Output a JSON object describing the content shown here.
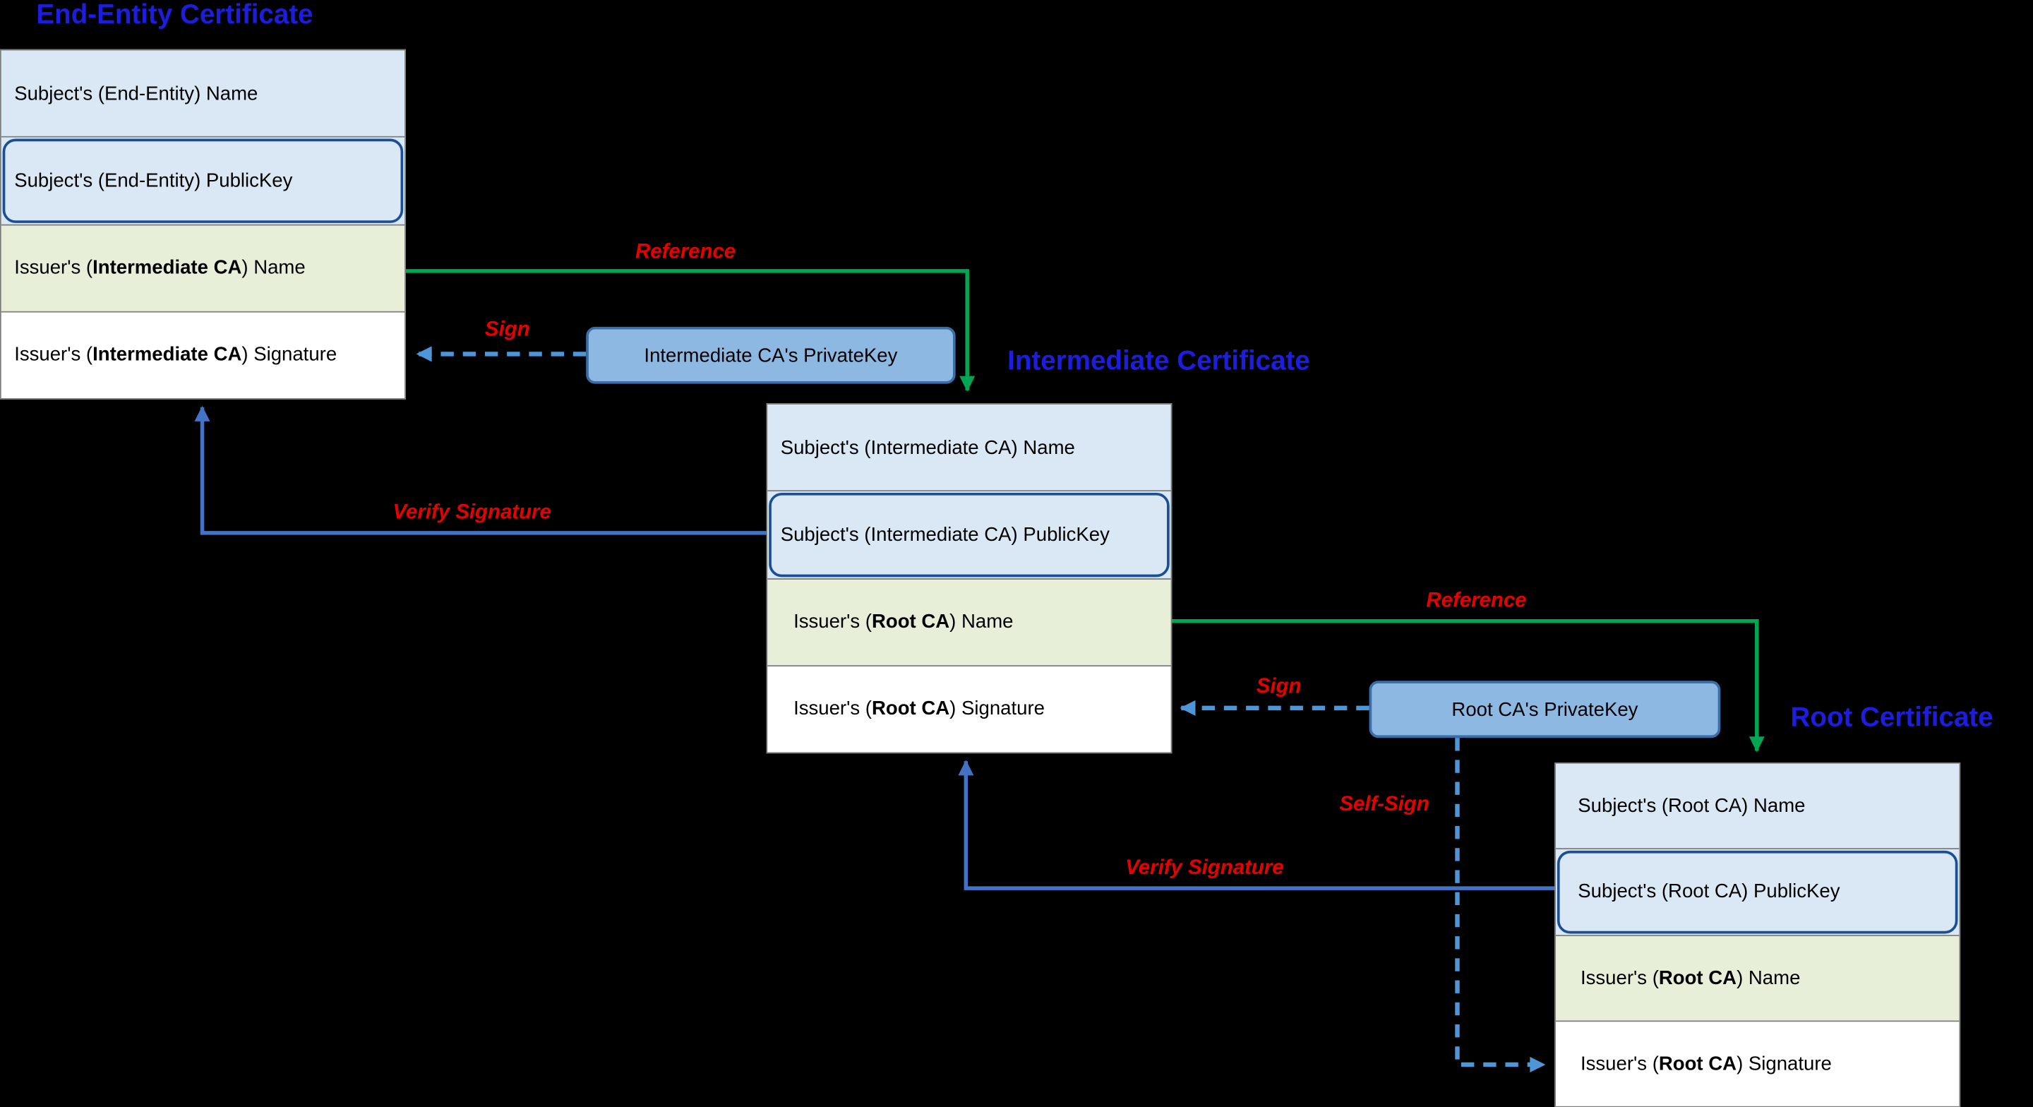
{
  "diagram": {
    "titles": {
      "end_entity": "End-Entity Certificate",
      "intermediate": "Intermediate Certificate",
      "root": "Root Certificate"
    },
    "certificates": [
      {
        "name": "end-entity-certificate",
        "rows": [
          {
            "pre": "Subject's (End-Entity) Name",
            "bold": "",
            "post": ""
          },
          {
            "pre": "Subject's (End-Entity) PublicKey",
            "bold": "",
            "post": ""
          },
          {
            "pre": "Issuer's (",
            "bold": "Intermediate CA",
            "post": ") Name"
          },
          {
            "pre": "Issuer's (",
            "bold": "Intermediate CA",
            "post": ") Signature"
          }
        ]
      },
      {
        "name": "intermediate-certificate",
        "rows": [
          {
            "pre": "Subject's (Intermediate CA) Name",
            "bold": "",
            "post": ""
          },
          {
            "pre": "Subject's (Intermediate CA) PublicKey",
            "bold": "",
            "post": ""
          },
          {
            "pre": "Issuer's (",
            "bold": "Root CA",
            "post": ") Name"
          },
          {
            "pre": "Issuer's (",
            "bold": "Root CA",
            "post": ") Signature"
          }
        ]
      },
      {
        "name": "root-certificate",
        "rows": [
          {
            "pre": "Subject's (Root CA) Name",
            "bold": "",
            "post": ""
          },
          {
            "pre": "Subject's (Root CA) PublicKey",
            "bold": "",
            "post": ""
          },
          {
            "pre": "Issuer's (",
            "bold": "Root CA",
            "post": ") Name"
          },
          {
            "pre": "Issuer's (",
            "bold": "Root CA",
            "post": ") Signature"
          }
        ]
      }
    ],
    "private_keys": [
      {
        "label": "Intermediate CA's PrivateKey"
      },
      {
        "label": "Root CA's PrivateKey"
      }
    ],
    "arrow_labels": {
      "reference1": "Reference",
      "sign1": "Sign",
      "verify1": "Verify Signature",
      "reference2": "Reference",
      "sign2": "Sign",
      "self_sign": "Self-Sign",
      "verify2": "Verify Signature"
    },
    "colors": {
      "background": "#000000",
      "title_blue": "#1d1de0",
      "label_red": "#e60000",
      "reference_green": "#00a651",
      "verify_blue": "#4472c4",
      "sign_blue": "#4d97d9",
      "row_lightblue": "#dae8f5",
      "row_lightgreen": "#e7efd9",
      "row_white": "#ffffff",
      "pubkey_border": "#1b4f93",
      "privatekey_fill": "#8db8e2",
      "privatekey_border": "#3a6ea8"
    }
  }
}
